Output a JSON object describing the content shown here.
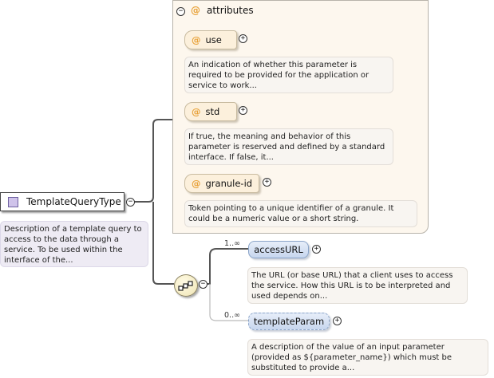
{
  "root": {
    "name": "TemplateQueryType",
    "description": "Description of a template query to access to the data through a service. To be used within the interface of the..."
  },
  "attributes_panel": {
    "title": "attributes",
    "items": [
      {
        "name": "use",
        "description": "An indication of whether this parameter is required to be provided for the application or service to work..."
      },
      {
        "name": "std",
        "description": "If true, the meaning and behavior of this parameter is reserved and defined by a standard interface. If false, it..."
      },
      {
        "name": "granule-id",
        "description": "Token pointing to a unique identifier of a granule. It could be a numeric value or a short string."
      }
    ]
  },
  "sequence": {
    "elements": [
      {
        "name": "accessURL",
        "cardinality": "1..∞",
        "description": "The URL (or base URL) that a client uses to access the service. How this URL is to be interpreted and used depends on..."
      },
      {
        "name": "templateParam",
        "cardinality": "0..∞",
        "description": "A description of the value of an input parameter (provided as ${parameter_name}) which must be substituted to provide a..."
      }
    ]
  },
  "icons": {
    "attribute": "at-sign-icon",
    "collapse": "minus-icon",
    "expand": "plus-icon",
    "sequence": "sequence-compositor-icon"
  },
  "colors": {
    "attribute_at": "#e8a23a",
    "panel_bg": "#fdf7ee",
    "element_pill": "#c7d6ee",
    "root_icon": "#cfc3ea"
  }
}
